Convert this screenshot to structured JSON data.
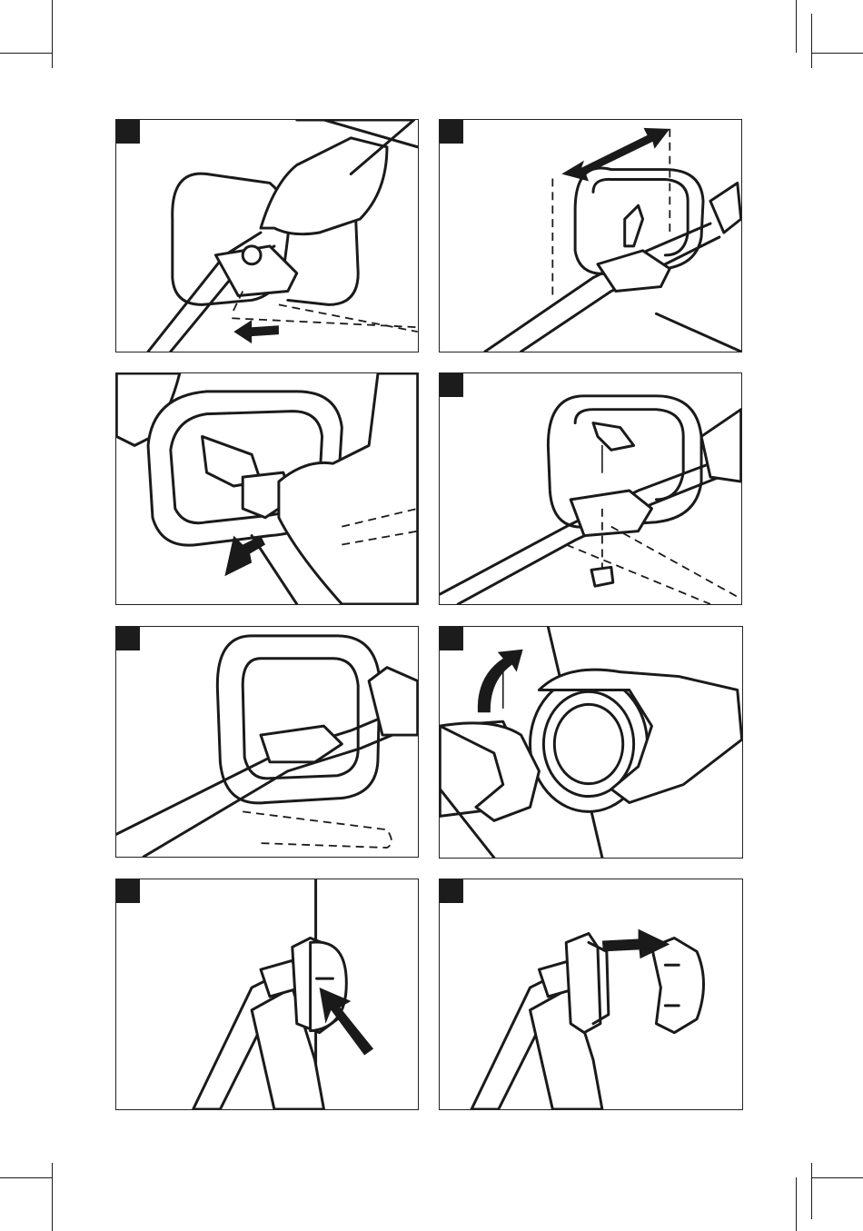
{
  "colors": {
    "ink": "#1a1a1a",
    "paper": "#ffffff"
  },
  "panels": [
    {
      "id": "step-1",
      "scene": "handle-slide-onto-shaft",
      "icon": "hand-icon"
    },
    {
      "id": "step-2",
      "scene": "handle-position-adjust",
      "icon": "double-arrow-icon"
    },
    {
      "id": "step-3",
      "scene": "handle-bracket-press",
      "icon": "hand-icon"
    },
    {
      "id": "step-4",
      "scene": "handle-bolt-insert",
      "icon": "bolt-icon"
    },
    {
      "id": "step-5",
      "scene": "handle-fixed",
      "icon": "handle-icon"
    },
    {
      "id": "step-6",
      "scene": "spool-unscrew",
      "icon": "rotate-arrow-icon"
    },
    {
      "id": "step-7",
      "scene": "spool-tab-press",
      "icon": "arrow-icon"
    },
    {
      "id": "step-8",
      "scene": "spool-remove",
      "icon": "arrow-right-icon"
    }
  ]
}
